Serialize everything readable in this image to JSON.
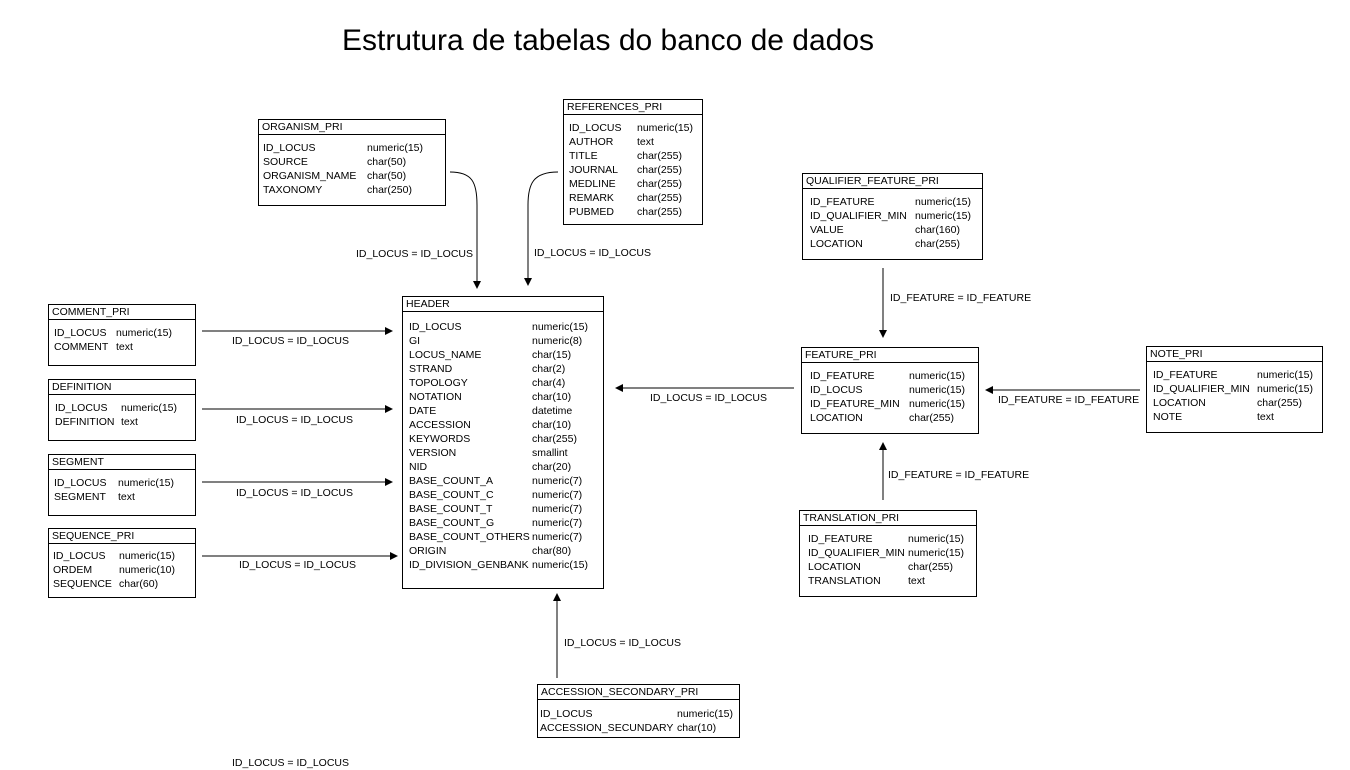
{
  "title": "Estrutura de tabelas do banco de dados",
  "tables": [
    {
      "id": "organism",
      "name": "ORGANISM_PRI",
      "columns": [
        [
          "ID_LOCUS",
          "numeric(15)"
        ],
        [
          "SOURCE",
          "char(50)"
        ],
        [
          "ORGANISM_NAME",
          "char(50)"
        ],
        [
          "TAXONOMY",
          "char(250)"
        ]
      ]
    },
    {
      "id": "references",
      "name": "REFERENCES_PRI",
      "columns": [
        [
          "ID_LOCUS",
          "numeric(15)"
        ],
        [
          "AUTHOR",
          "text"
        ],
        [
          "TITLE",
          "char(255)"
        ],
        [
          "JOURNAL",
          "char(255)"
        ],
        [
          "MEDLINE",
          "char(255)"
        ],
        [
          "REMARK",
          "char(255)"
        ],
        [
          "PUBMED",
          "char(255)"
        ]
      ]
    },
    {
      "id": "qualifier",
      "name": "QUALIFIER_FEATURE_PRI",
      "columns": [
        [
          "ID_FEATURE",
          "numeric(15)"
        ],
        [
          "ID_QUALIFIER_MIN",
          "numeric(15)"
        ],
        [
          "VALUE",
          "char(160)"
        ],
        [
          "LOCATION",
          "char(255)"
        ]
      ]
    },
    {
      "id": "comment",
      "name": "COMMENT_PRI",
      "columns": [
        [
          "ID_LOCUS",
          "numeric(15)"
        ],
        [
          "COMMENT",
          "text"
        ]
      ]
    },
    {
      "id": "definition",
      "name": "DEFINITION",
      "columns": [
        [
          "ID_LOCUS",
          "numeric(15)"
        ],
        [
          "DEFINITION",
          "text"
        ]
      ]
    },
    {
      "id": "segment",
      "name": "SEGMENT",
      "columns": [
        [
          "ID_LOCUS",
          "numeric(15)"
        ],
        [
          "SEGMENT",
          "text"
        ]
      ]
    },
    {
      "id": "sequence",
      "name": "SEQUENCE_PRI",
      "columns": [
        [
          "ID_LOCUS",
          "numeric(15)"
        ],
        [
          "ORDEM",
          "numeric(10)"
        ],
        [
          "SEQUENCE",
          "char(60)"
        ]
      ]
    },
    {
      "id": "header",
      "name": "HEADER",
      "columns": [
        [
          "ID_LOCUS",
          "numeric(15)"
        ],
        [
          "GI",
          "numeric(8)"
        ],
        [
          "LOCUS_NAME",
          "char(15)"
        ],
        [
          "STRAND",
          "char(2)"
        ],
        [
          "TOPOLOGY",
          "char(4)"
        ],
        [
          "NOTATION",
          "char(10)"
        ],
        [
          "DATE",
          "datetime"
        ],
        [
          "ACCESSION",
          "char(10)"
        ],
        [
          "KEYWORDS",
          "char(255)"
        ],
        [
          "VERSION",
          "smallint"
        ],
        [
          "NID",
          "char(20)"
        ],
        [
          "BASE_COUNT_A",
          "numeric(7)"
        ],
        [
          "BASE_COUNT_C",
          "numeric(7)"
        ],
        [
          "BASE_COUNT_T",
          "numeric(7)"
        ],
        [
          "BASE_COUNT_G",
          "numeric(7)"
        ],
        [
          "BASE_COUNT_OTHERS",
          "numeric(7)"
        ],
        [
          "ORIGIN",
          "char(80)"
        ],
        [
          "ID_DIVISION_GENBANK",
          "numeric(15)"
        ]
      ]
    },
    {
      "id": "feature",
      "name": "FEATURE_PRI",
      "columns": [
        [
          "ID_FEATURE",
          "numeric(15)"
        ],
        [
          "ID_LOCUS",
          "numeric(15)"
        ],
        [
          "ID_FEATURE_MIN",
          "numeric(15)"
        ],
        [
          "LOCATION",
          "char(255)"
        ]
      ]
    },
    {
      "id": "note",
      "name": "NOTE_PRI",
      "columns": [
        [
          "ID_FEATURE",
          "numeric(15)"
        ],
        [
          "ID_QUALIFIER_MIN",
          "numeric(15)"
        ],
        [
          "LOCATION",
          "char(255)"
        ],
        [
          "NOTE",
          "text"
        ]
      ]
    },
    {
      "id": "translation",
      "name": "TRANSLATION_PRI",
      "columns": [
        [
          "ID_FEATURE",
          "numeric(15)"
        ],
        [
          "ID_QUALIFIER_MIN",
          "numeric(15)"
        ],
        [
          "LOCATION",
          "char(255)"
        ],
        [
          "TRANSLATION",
          "text"
        ]
      ]
    },
    {
      "id": "accession",
      "name": "ACCESSION_SECONDARY_PRI",
      "columns": [
        [
          "ID_LOCUS",
          "numeric(15)"
        ],
        [
          "ACCESSION_SECUNDARY",
          "char(10)"
        ]
      ]
    }
  ],
  "relations": [
    {
      "id": "organism-header",
      "label": "ID_LOCUS = ID_LOCUS"
    },
    {
      "id": "references-header",
      "label": "ID_LOCUS = ID_LOCUS"
    },
    {
      "id": "comment-header",
      "label": "ID_LOCUS = ID_LOCUS"
    },
    {
      "id": "definition-header",
      "label": "ID_LOCUS = ID_LOCUS"
    },
    {
      "id": "segment-header",
      "label": "ID_LOCUS = ID_LOCUS"
    },
    {
      "id": "sequence-header",
      "label": "ID_LOCUS = ID_LOCUS"
    },
    {
      "id": "feature-header",
      "label": "ID_LOCUS = ID_LOCUS"
    },
    {
      "id": "accession-header",
      "label": "ID_LOCUS = ID_LOCUS"
    },
    {
      "id": "qualifier-feature",
      "label": "ID_FEATURE = ID_FEATURE"
    },
    {
      "id": "note-feature",
      "label": "ID_FEATURE = ID_FEATURE"
    },
    {
      "id": "translation-feature",
      "label": "ID_FEATURE = ID_FEATURE"
    }
  ],
  "clipped_label": "ID_LOCUS = ID_LOCUS"
}
